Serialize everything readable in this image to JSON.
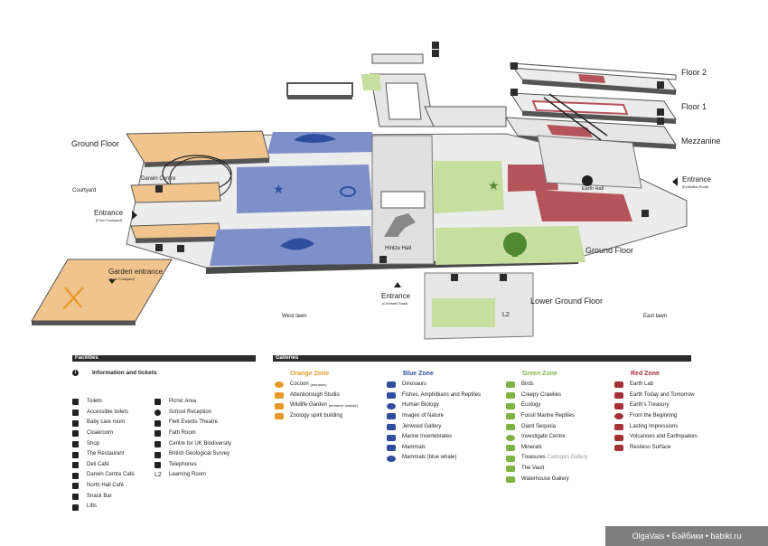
{
  "map": {
    "floor_labels": {
      "floor2": "Floor 2",
      "floor1": "Floor 1",
      "mezzanine": "Mezzanine",
      "ground_left": "Ground Floor",
      "ground_right": "Ground Floor",
      "lower_ground": "Lower Ground Floor"
    },
    "area_labels": {
      "darwin_centre": "Darwin Centre",
      "courtyard": "Courtyard",
      "hintze_hall": "Hintze Hall",
      "earth_hall": "Earth Hall",
      "west_lawn": "West lawn",
      "east_lawn": "East lawn",
      "l2": "L2"
    },
    "entrances": {
      "courtyard_title": "Entrance",
      "courtyard_sub": "(From Courtyard)",
      "garden_title": "Garden entrance",
      "garden_sub": "(from Courtyard)",
      "cromwell_title": "Entrance",
      "cromwell_sub": "(Cromwell Road)",
      "exhibition_title": "Entrance",
      "exhibition_sub": "(Exhibition Road)"
    },
    "colors": {
      "orange": "#f0c48c",
      "blue": "#7d90c9",
      "green": "#c6df9f",
      "red": "#b5545a",
      "grey": "#e6e6e6",
      "dark": "#2b2b2b"
    }
  },
  "facilities": {
    "header": "Facilities",
    "info": "Information and tickets",
    "col1": [
      "Toilets",
      "Accessible toilets",
      "Baby care room",
      "Cloakroom",
      "Shop",
      "The Restaurant",
      "Deli Café",
      "Darwin Centre Café",
      "North Hall Café",
      "Snack Bar",
      "Lifts"
    ],
    "col2": [
      "Picnic Area",
      "School Reception",
      "Flett Events Theatre",
      "Fath Room",
      "Centre for UK Biodiversity",
      "British Geological Survey",
      "Telephones",
      "Learning Room"
    ],
    "col2_icon_last": "L2"
  },
  "galleries": {
    "header": "Galleries",
    "orange": {
      "title": "Orange Zone",
      "items": [
        "Attenborough Studio",
        "Zoology spirit building"
      ],
      "cocoon": "Cocoon",
      "cocoon_note": "(entrance)",
      "wildlife": "Wildlife Garden",
      "wildlife_note": "(entrance outside)"
    },
    "blue": {
      "title": "Blue Zone",
      "items": [
        "Dinosaurs",
        "Fishes, Amphibians and Reptiles",
        "Human Biology",
        "Images of Nature",
        "Jerwood Gallery",
        "Marine Invertebrates",
        "Mammals",
        "Mammals (blue whale)"
      ]
    },
    "green": {
      "title": "Green Zone",
      "items": [
        "Birds",
        "Creepy Crawlies",
        "Ecology",
        "Fossil Marine Reptiles",
        "Giant Sequoia",
        "Investigate Centre",
        "Minerals"
      ],
      "treasures": "Treasures",
      "treasures_note": "Cadogan Gallery",
      "items2": [
        "The Vault",
        "Waterhouse Gallery"
      ]
    },
    "red": {
      "title": "Red Zone",
      "items": [
        "Earth Lab",
        "Earth Today and Tomorrow",
        "Earth's Treasury",
        "From the Beginning",
        "Lasting Impressions",
        "Volcanoes and Earthquakes",
        "Restless Surface"
      ]
    }
  },
  "credit": "OlgaVais • Бэйбики • babiki.ru"
}
